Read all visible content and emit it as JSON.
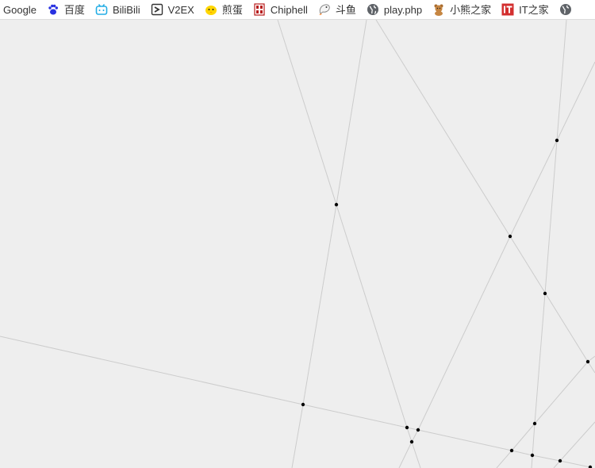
{
  "bookmarks": [
    {
      "label": "Google",
      "icon": "none"
    },
    {
      "label": "百度",
      "icon": "baidu-paw-icon"
    },
    {
      "label": "BiliBili",
      "icon": "bilibili-tv-icon"
    },
    {
      "label": "V2EX",
      "icon": "v2ex-icon"
    },
    {
      "label": "煎蛋",
      "icon": "jandan-chick-icon"
    },
    {
      "label": "Chiphell",
      "icon": "chiphell-icon"
    },
    {
      "label": "斗鱼",
      "icon": "douyu-fish-icon"
    },
    {
      "label": "play.php",
      "icon": "globe-icon"
    },
    {
      "label": "小熊之家",
      "icon": "bear-icon"
    },
    {
      "label": "IT之家",
      "icon": "ithome-icon"
    },
    {
      "label": "",
      "icon": "globe-icon"
    }
  ],
  "colors": {
    "bar_background": "#ffffff",
    "canvas_background": "#eeeeee",
    "line_color": "#cccccc",
    "dot_color": "#000000"
  }
}
